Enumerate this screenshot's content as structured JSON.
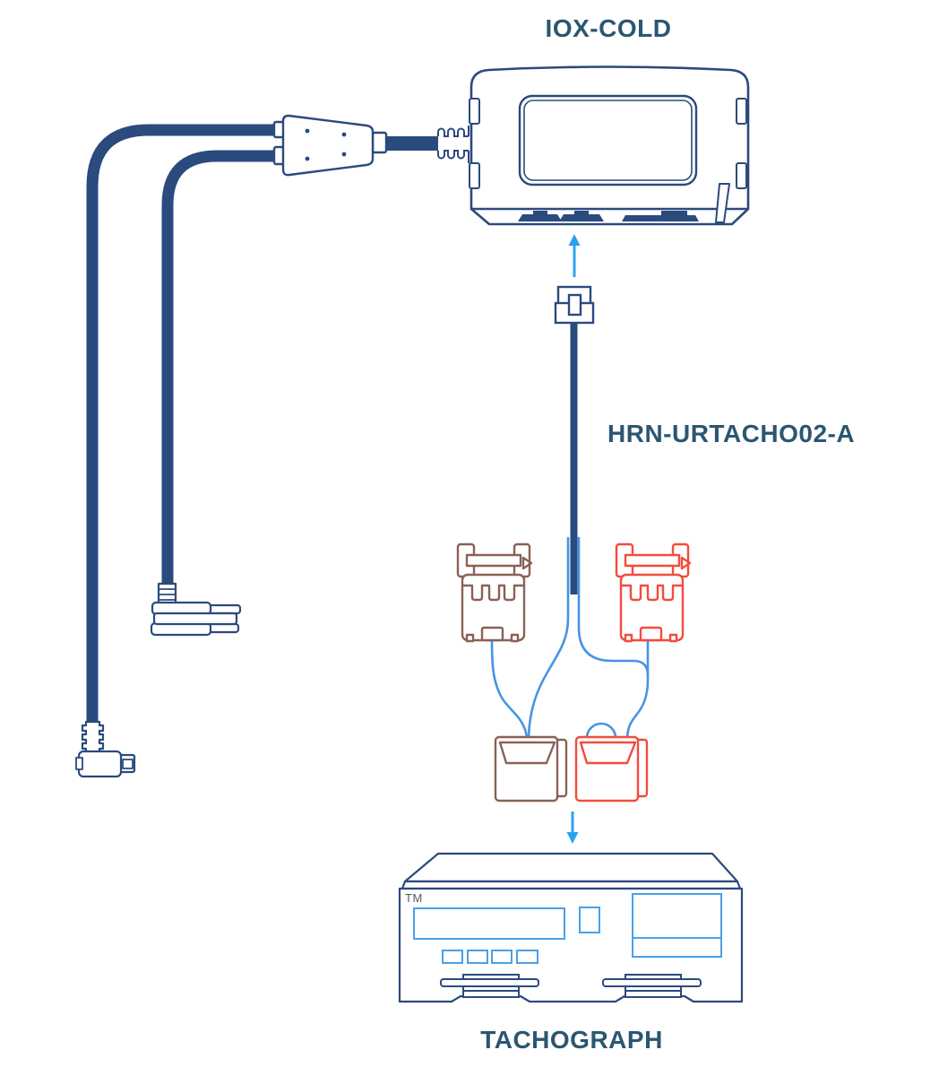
{
  "diagram": {
    "title_top": "IOX-COLD",
    "harness_label": "HRN-URTACHO02-A",
    "title_bottom": "TACHOGRAPH",
    "tachograph_tm": "TM",
    "colors": {
      "device_navy": "#2b4a7e",
      "label_text": "#2b5671",
      "arrow_blue": "#2ba1f1",
      "wire_blue": "#4595e2",
      "tachograph_detail_blue": "#4aa0e8",
      "connector_brown": "#8a6156",
      "connector_red": "#f44b3d",
      "tm_gray": "#575757",
      "background": "#ffffff"
    },
    "icons": [
      "arrow-up-icon",
      "arrow-down-icon"
    ],
    "components": [
      "iox-cold-device",
      "y-splitter-cable",
      "harness-cable",
      "tachograph-connector-brown",
      "tachograph-connector-red",
      "harness-plug-brown",
      "harness-plug-red",
      "tachograph-device"
    ]
  }
}
